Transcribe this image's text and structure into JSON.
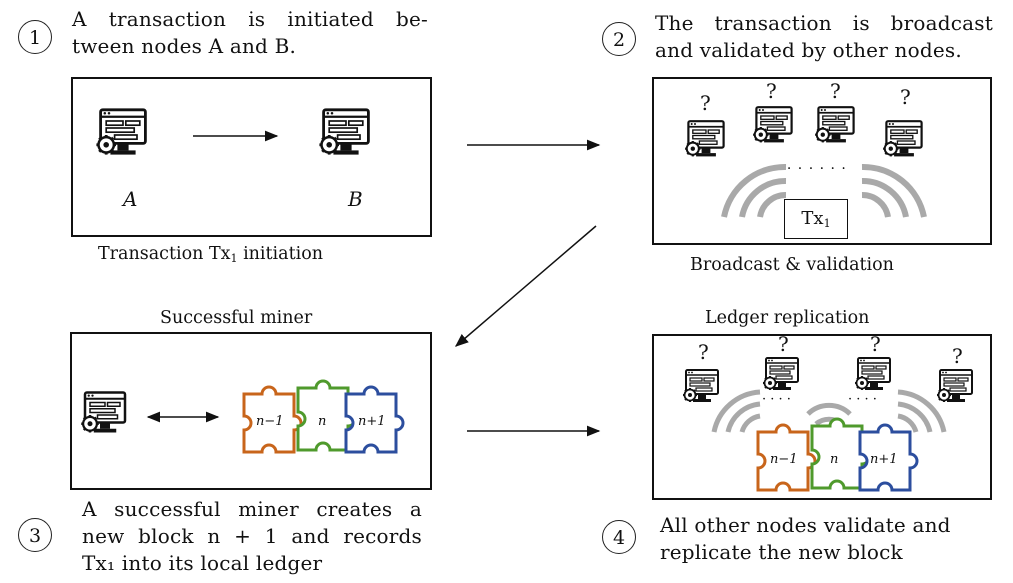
{
  "steps": {
    "s1": {
      "number": "1",
      "lines": [
        "A transaction is initiated be-",
        "tween nodes A and B."
      ],
      "panel_label_prefix": "Transaction Tx",
      "panel_label_sub": "1",
      "panel_label_suffix": " initiation",
      "node_a": "A",
      "node_b": "B"
    },
    "s2": {
      "number": "2",
      "lines": [
        "The transaction is broadcast",
        "and validated by other nodes."
      ],
      "panel_label": "Broadcast & validation",
      "tx_prefix": "Tx",
      "tx_sub": "1",
      "question": "?",
      "dots": "· · · · · · ·"
    },
    "s3": {
      "number": "3",
      "title": "Successful miner",
      "lines": [
        "A successful miner creates a",
        "new block n + 1 and records",
        "Tx₁ into its local ledger"
      ],
      "piece_left": "n−1",
      "piece_mid": "n",
      "piece_right": "n+1"
    },
    "s4": {
      "number": "4",
      "title": "Ledger replication",
      "lines": [
        "All other nodes validate and",
        "replicate the new block"
      ],
      "question": "?",
      "dots": "· · · ·",
      "piece_left": "n−1",
      "piece_mid": "n",
      "piece_right": "n+1"
    }
  },
  "colors": {
    "orange": "#c8651b",
    "green": "#4f9a2c",
    "blue": "#2c4e9e",
    "wave": "#a9a9a9"
  }
}
